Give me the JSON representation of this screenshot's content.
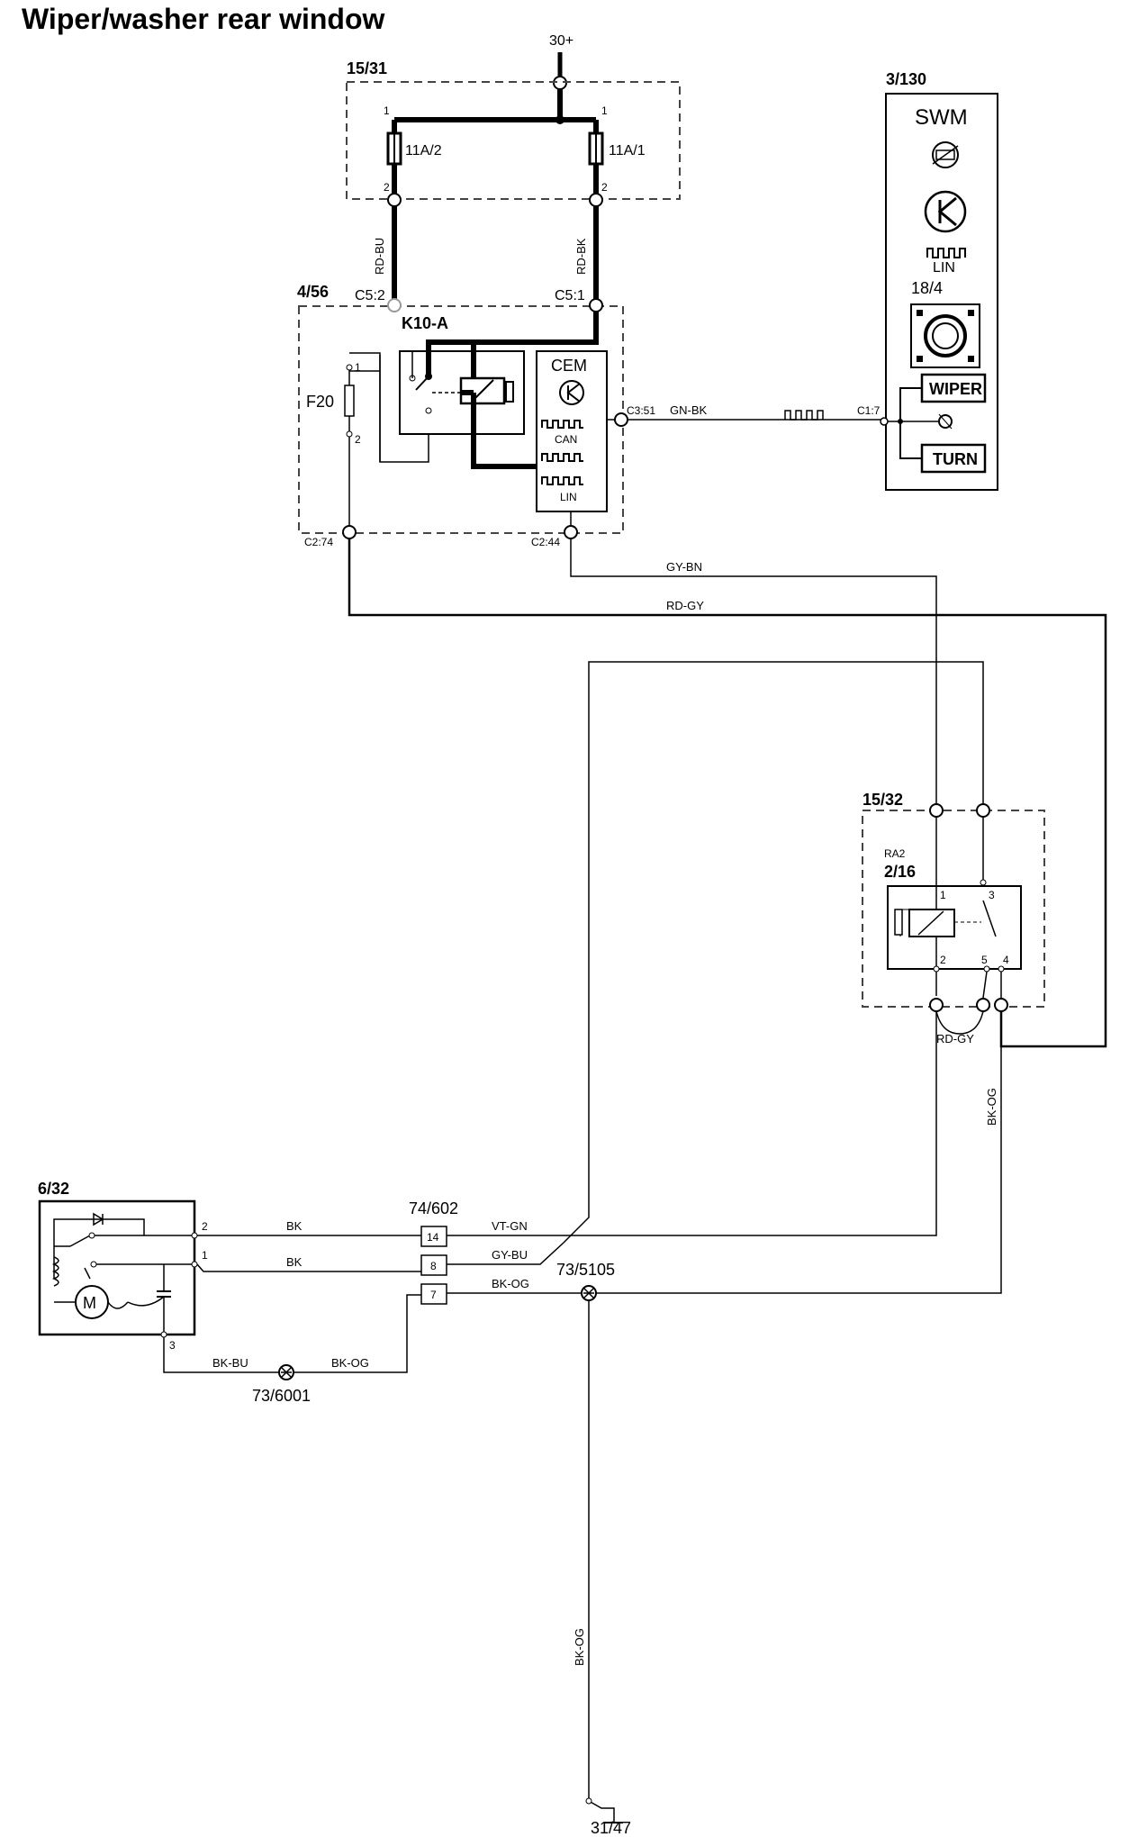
{
  "title": "Wiper/washer rear window",
  "supply": "30+",
  "ground": "31/47",
  "fusebox": {
    "id": "15/31",
    "fuse_left": "11A/2",
    "fuse_right": "11A/1",
    "pin_top": "1",
    "pin_bottom": "2"
  },
  "cem_module": {
    "id": "4/56",
    "relay": "K10-A",
    "fuse": "F20",
    "fuse_pin1": "1",
    "fuse_pin2": "2",
    "name": "CEM",
    "can": "CAN",
    "lin": "LIN",
    "c5_2": "C5:2",
    "c5_1": "C5:1",
    "c3_51": "C3:51",
    "c2_74": "C2:74",
    "c2_44": "C2:44"
  },
  "swm": {
    "id": "3/130",
    "name": "SWM",
    "lin": "LIN",
    "sub_id": "18/4",
    "wiper": "WIPER",
    "turn": "TURN",
    "c1_7": "C1:7"
  },
  "relay_box": {
    "id": "15/32",
    "relay_label": "RA2",
    "relay_id": "2/16",
    "pin1": "1",
    "pin2": "2",
    "pin3": "3",
    "pin4": "4",
    "pin5": "5"
  },
  "motor": {
    "id": "6/32",
    "pin1": "1",
    "pin2": "2",
    "pin3": "3"
  },
  "connector": {
    "id": "74/602",
    "pin14": "14",
    "pin8": "8",
    "pin7": "7"
  },
  "splice_5105": "73/5105",
  "splice_6001": "73/6001",
  "wires": {
    "rd_bu": "RD-BU",
    "rd_bk": "RD-BK",
    "gn_bk": "GN-BK",
    "gy_bn": "GY-BN",
    "rd_gy": "RD-GY",
    "rd_gy2": "RD-GY",
    "bk_og_vert": "BK-OG",
    "bk1": "BK",
    "bk2": "BK",
    "vt_gn": "VT-GN",
    "gy_bu": "GY-BU",
    "bk_og_7": "BK-OG",
    "bk_bu": "BK-BU",
    "bk_og_6001": "BK-OG",
    "bk_og_ground": "BK-OG"
  },
  "colors": {
    "ink": "#000000",
    "dashed_box": "#444444",
    "background": "#ffffff"
  }
}
